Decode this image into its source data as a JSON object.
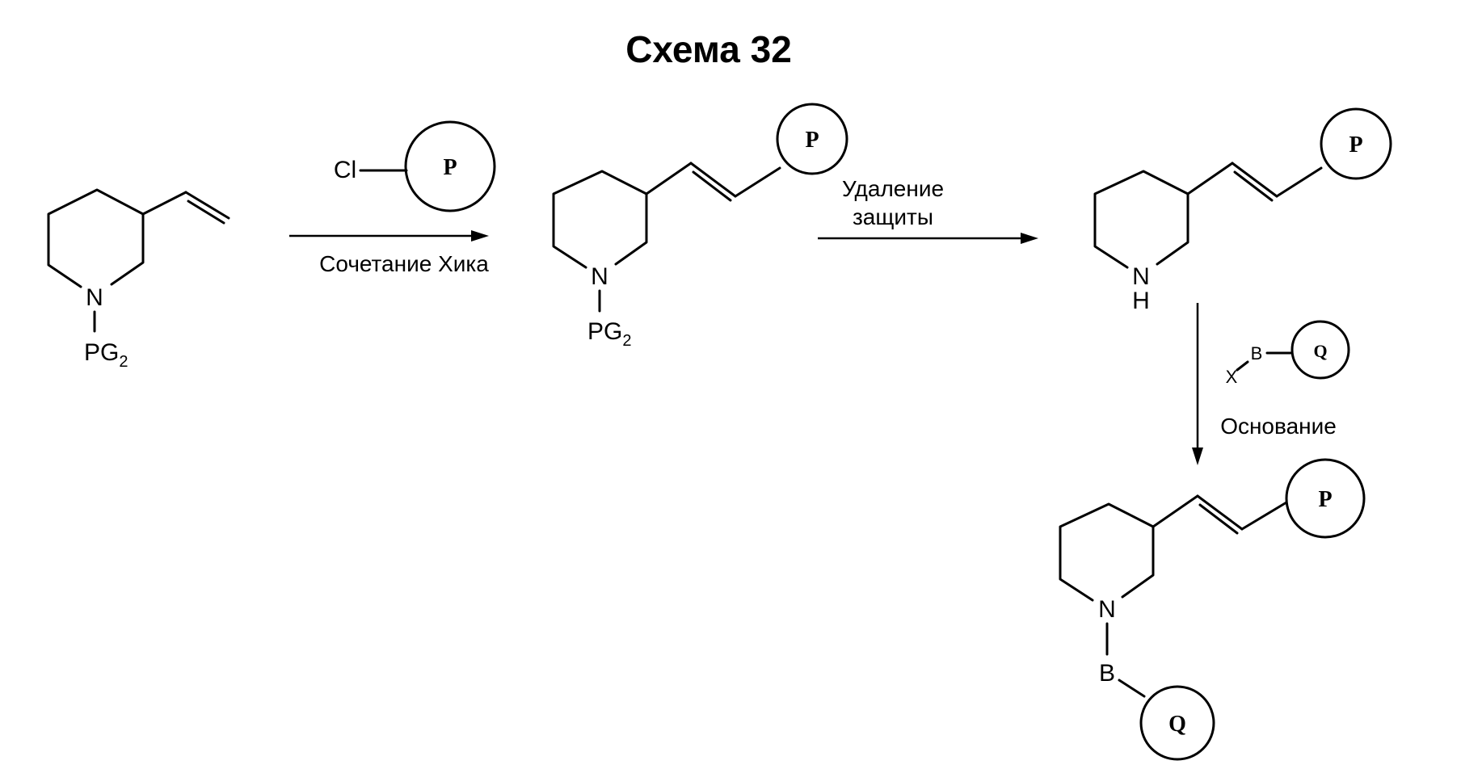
{
  "title": "Схема 32",
  "reactant": {
    "n_label": "N",
    "pg_label": "PG",
    "pg_sub": "2"
  },
  "step1": {
    "reagent_cl": "Cl",
    "reagent_group": "P",
    "label": "Сочетание Хика"
  },
  "intermediate1": {
    "n_label": "N",
    "pg_label": "PG",
    "pg_sub": "2",
    "group": "P"
  },
  "step2": {
    "label_line1": "Удаление",
    "label_line2": "защиты"
  },
  "intermediate2": {
    "n_label": "N",
    "h_label": "H",
    "group": "P"
  },
  "step3": {
    "reagent_x": "X",
    "reagent_b": "B",
    "reagent_group": "Q",
    "label": "Основание"
  },
  "product": {
    "n_label": "N",
    "b_label": "B",
    "group_p": "P",
    "group_q": "Q"
  }
}
